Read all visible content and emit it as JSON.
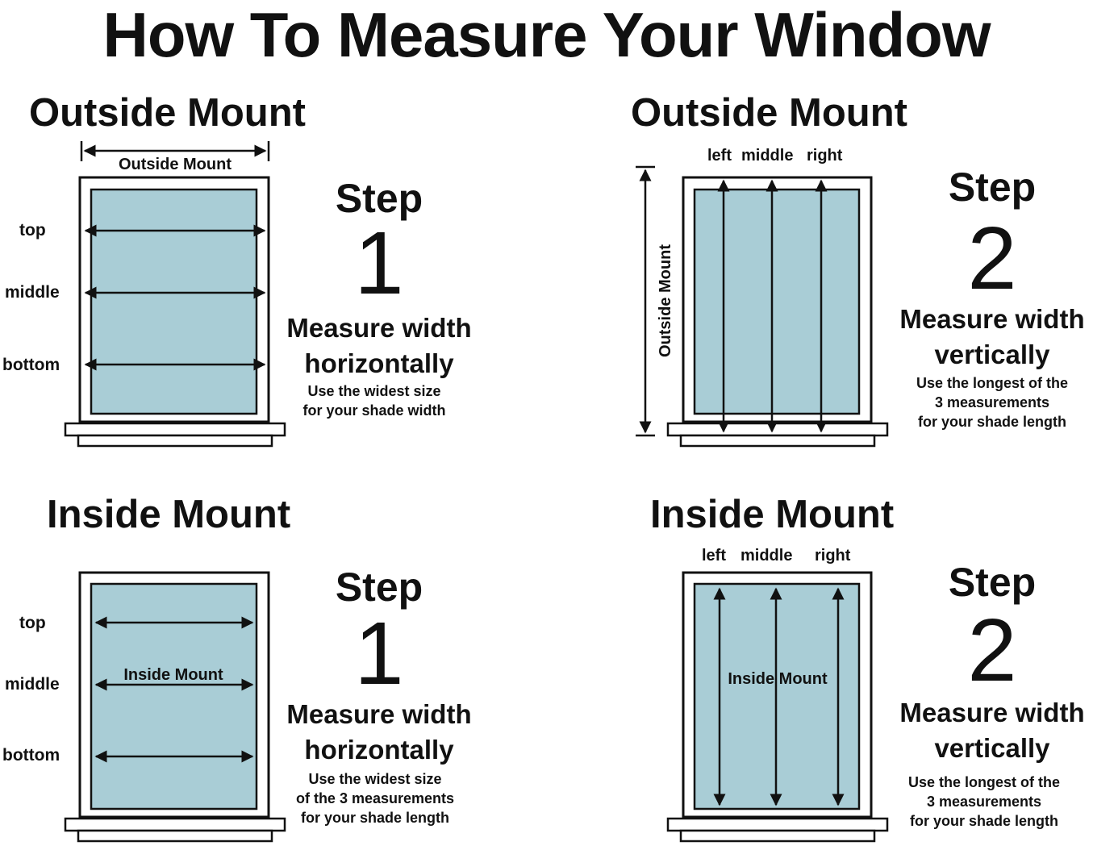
{
  "title": "How To Measure Your Window",
  "colors": {
    "glass": "#a9cdd6",
    "frame": "#111111",
    "background": "#ffffff"
  },
  "panels": {
    "outside_width": {
      "heading": "Outside Mount",
      "dimension_label": "Outside Mount",
      "row_labels": [
        "top",
        "middle",
        "bottom"
      ],
      "step_word": "Step",
      "step_number": "1",
      "instruction": [
        "Measure width",
        "horizontally"
      ],
      "note": [
        "Use the widest size",
        "for your shade width"
      ]
    },
    "outside_length": {
      "heading": "Outside Mount",
      "dimension_label": "Outside Mount",
      "column_labels": [
        "left",
        "middle",
        "right"
      ],
      "step_word": "Step",
      "step_number": "2",
      "instruction": [
        "Measure width",
        "vertically"
      ],
      "note": [
        "Use the longest of the",
        "3 measurements",
        "for your shade length"
      ]
    },
    "inside_width": {
      "heading": "Inside Mount",
      "dimension_label": "Inside Mount",
      "row_labels": [
        "top",
        "middle",
        "bottom"
      ],
      "step_word": "Step",
      "step_number": "1",
      "instruction": [
        "Measure width",
        "horizontally"
      ],
      "note": [
        "Use the widest size",
        "of the 3 measurements",
        "for your shade length"
      ]
    },
    "inside_length": {
      "heading": "Inside Mount",
      "dimension_label": "Inside Mount",
      "column_labels": [
        "left",
        "middle",
        "right"
      ],
      "step_word": "Step",
      "step_number": "2",
      "instruction": [
        "Measure width",
        "vertically"
      ],
      "note": [
        "Use the longest of the",
        "3 measurements",
        "for your shade length"
      ]
    }
  }
}
